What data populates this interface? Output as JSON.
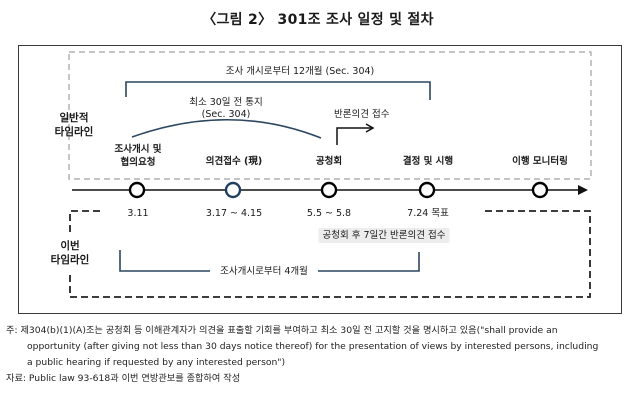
{
  "figure": {
    "title": "〈그림 2〉 301조 조사 일정 및 절차"
  },
  "general_timeline": {
    "row_label_line1": "일반적",
    "row_label_line2": "타임라인",
    "span_12_months": "조사 개시로부터 12개월 (Sec. 304)",
    "notice_line1": "최소 30일 전 통지",
    "notice_line2": "(Sec. 304)",
    "rebuttal": "반론의견 접수"
  },
  "steps": [
    {
      "label_line1": "조사개시 및",
      "label_line2": "협의요청",
      "date": "3.11",
      "node_color": "#000000"
    },
    {
      "label_line1": "의견접수 (現)",
      "label_line2": "",
      "date": "3.17 ~ 4.15",
      "node_color": "#1f3f5f"
    },
    {
      "label_line1": "공청회",
      "label_line2": "",
      "date": "5.5 ~ 5.8",
      "node_color": "#000000"
    },
    {
      "label_line1": "결정 및 시행",
      "label_line2": "",
      "date": "7.24 목표",
      "node_color": "#000000"
    },
    {
      "label_line1": "이행 모니터링",
      "label_line2": "",
      "date": "",
      "node_color": "#000000"
    }
  ],
  "current_timeline": {
    "row_label_line1": "이번",
    "row_label_line2": "타임라인",
    "post_hearing": "공청회 후 7일간 반론의견 접수",
    "span_4_months": "조사개시로부터 4개월"
  },
  "notes": {
    "note_line1": "주: 제304(b)(1)(A)조는 공청회 등 이해관계자가 의견을 표출할 기회를 부여하고 최소 30일 전 고지할 것을 명시하고 있음(\"shall provide an",
    "note_line2": "opportunity (after giving not less than 30 days notice thereof) for the presentation of views by interested persons, including",
    "note_line3": "a public hearing if requested by any interested person\")",
    "source": "자료: Public law 93-618과 이번 연방관보를 종합하여 작성"
  },
  "colors": {
    "bracket": "#2c4660",
    "dashed_general": "#9a9a9a",
    "dashed_current": "#222222",
    "active_node": "#1f3f5f"
  }
}
